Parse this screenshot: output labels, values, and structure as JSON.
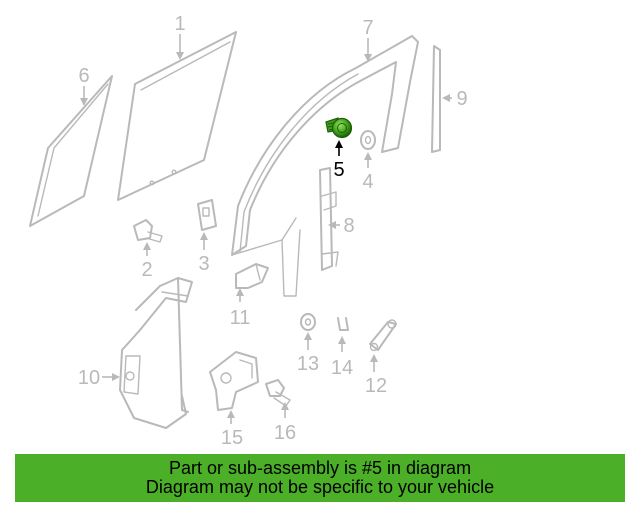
{
  "highlight": {
    "part_number": "5",
    "color": "#3fa018",
    "banner_color": "#4caf28"
  },
  "callouts": [
    "1",
    "2",
    "3",
    "4",
    "5",
    "6",
    "7",
    "8",
    "9",
    "10",
    "11",
    "12",
    "13",
    "14",
    "15",
    "16"
  ],
  "banner": {
    "line1": "Part or sub-assembly is #5 in diagram",
    "line2": "Diagram may not be specific to your vehicle"
  }
}
